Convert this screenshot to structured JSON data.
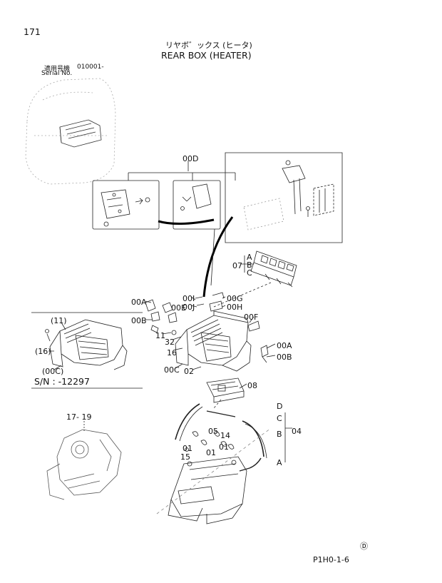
{
  "page": {
    "page_number": "171",
    "title_jp": "リヤボ゛ックス (ヒータ)",
    "title_en": "REAR BOX (HEATER)",
    "serial_label_jp": "適用号機",
    "serial_start": "010001-",
    "serial_label_en": "Serial No.",
    "footer_code": "P1H0-1-6",
    "footer_mark": "Ⓓ"
  },
  "labels": {
    "l00D": "00D",
    "l07": "07",
    "lA1": "A",
    "lB1": "B",
    "lC1": "C",
    "l00I": "00I",
    "l00J": "00J",
    "l00G": "00G",
    "l00H": "00H",
    "l00A_1": "00A",
    "l00B_1": "00B",
    "l00E": "00E",
    "l00F": "00F",
    "l11": "11",
    "l32": "32",
    "l16": "16",
    "l00C": "00C",
    "l02": "02",
    "l00A_2": "00A",
    "l00B_2": "00B",
    "l08": "08",
    "lD2": "D",
    "lC2": "C",
    "lB2": "B",
    "lA2": "A",
    "l04": "04",
    "l05": "05",
    "l14": "14",
    "l01a": "01",
    "l01b": "01",
    "l01c": "01",
    "l15": "15",
    "l17": "17- 19"
  },
  "inset": {
    "c11": "(11)",
    "c16": "(16)",
    "c00C": "(00C)",
    "sn": "S/N : -12297"
  }
}
